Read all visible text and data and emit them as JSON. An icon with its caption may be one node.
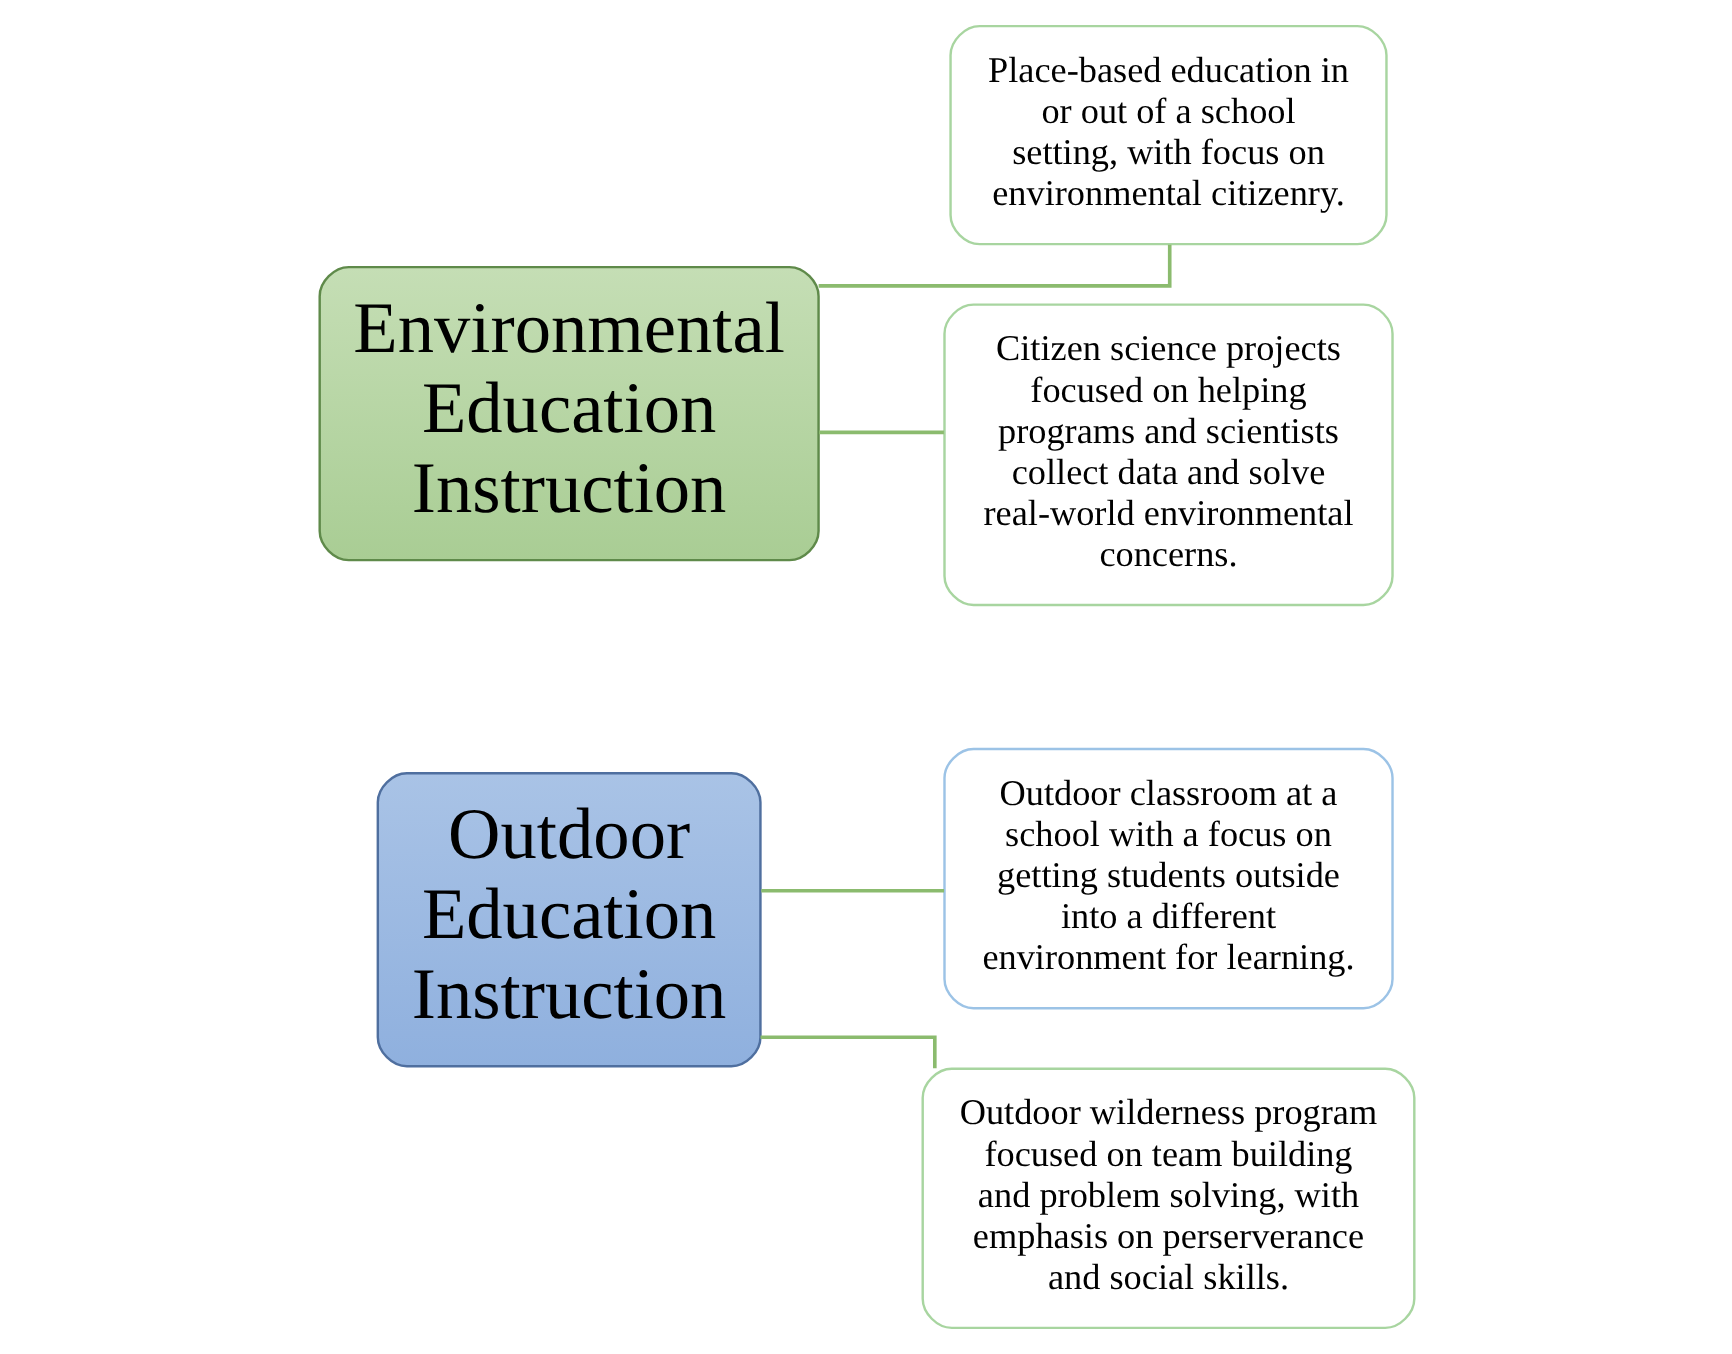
{
  "diagram": {
    "nodes": [
      {
        "text": [
          "Outdoor Education Instruction"
        ]
      },
      {
        "text": [
          "Outdoor classroom at a school with a focus on getting students outside into a different environment for learning."
        ]
      },
      {
        "text": [
          "Outdoor wilderness program focused on team building and problem solving, with emphasis on perserverance and social skills."
        ]
      },
      {
        "text": [
          "Environmental Education Instruction"
        ]
      },
      {
        "text": [
          "Place-based education in or out of a school setting, with focus on environmental citizenry."
        ]
      },
      {
        "text": [
          "Citizen science projects focused on helping programs and scientists collect data and solve real-world environmental concerns."
        ]
      }
    ],
    "edges": [
      {
        "from": 0,
        "to": 1,
        "arrow": "none"
      },
      {
        "from": 0,
        "to": 2,
        "arrow": "none"
      },
      {
        "from": 3,
        "to": 4,
        "arrow": "none"
      },
      {
        "from": 3,
        "to": 5,
        "arrow": "none"
      }
    ]
  }
}
